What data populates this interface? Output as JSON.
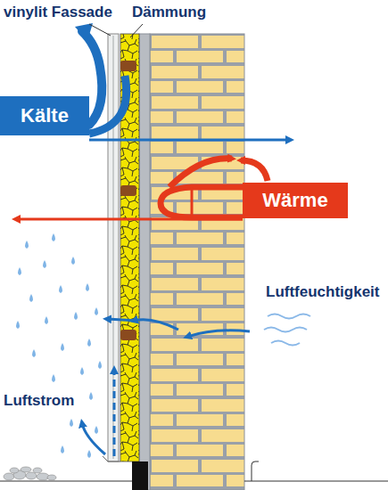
{
  "diagram": {
    "nodes": [
      {
        "text": [
          "Kälte"
        ]
      },
      {
        "text": [
          "Wärme"
        ]
      }
    ],
    "labels": [
      "vinylit Fassade",
      "Dämmung",
      "Luftfeuchtigkeit",
      "Luftstrom"
    ]
  }
}
